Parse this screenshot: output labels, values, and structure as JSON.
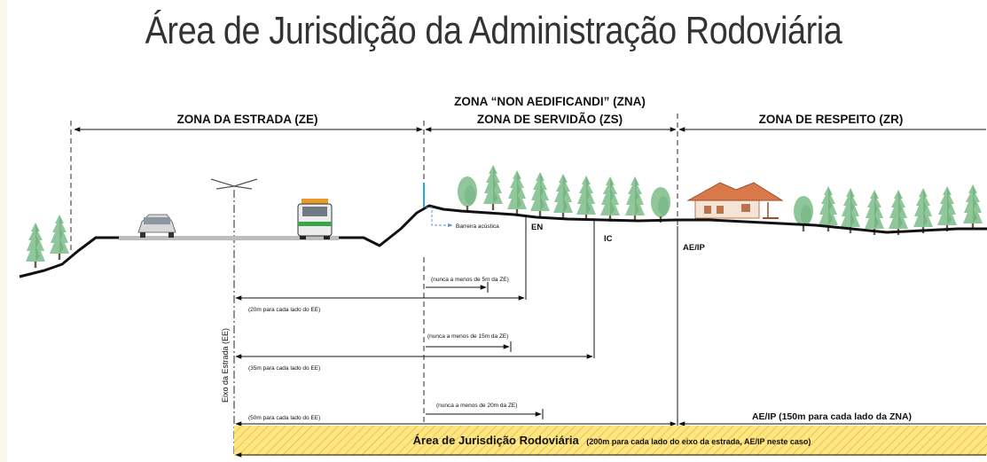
{
  "title": "Área de Jurisdição da Administração Rodoviária",
  "zones": {
    "ze": "ZONA DA ESTRADA (ZE)",
    "zna_line1": "ZONA “NON AEDIFICANDI” (ZNA)",
    "zna_line2": "ZONA DE SERVIDÃO (ZS)",
    "zr": "ZONA DE RESPEITO (ZR)"
  },
  "labels": {
    "barreira": "Barreira acústica",
    "en": "EN",
    "ic": "IC",
    "aeip": "AE/IP",
    "eixo": "Eixo da Estrada (EE)"
  },
  "dimensions": {
    "nunca5": "(nunca a menos de 5m da ZE)",
    "d20": "(20m para cada lado do EE)",
    "nunca15": "(nunca a menos de 15m da ZE)",
    "d35": "(35m para cada lado do EE)",
    "nunca20": "(nunca a menos de 20m da ZE)",
    "d50": "(50m para cada lado do EE)",
    "aeip150": "AE/IP (150m para cada lado da ZNA)"
  },
  "banner": {
    "main": "Área de Jurisdição Rodoviária",
    "detail": "(200m para cada lado do eixo da estrada, AE/IP neste caso)"
  },
  "colors": {
    "banner_fill": "#ffe680",
    "tree": "#8fc79a",
    "road": "#111111"
  }
}
